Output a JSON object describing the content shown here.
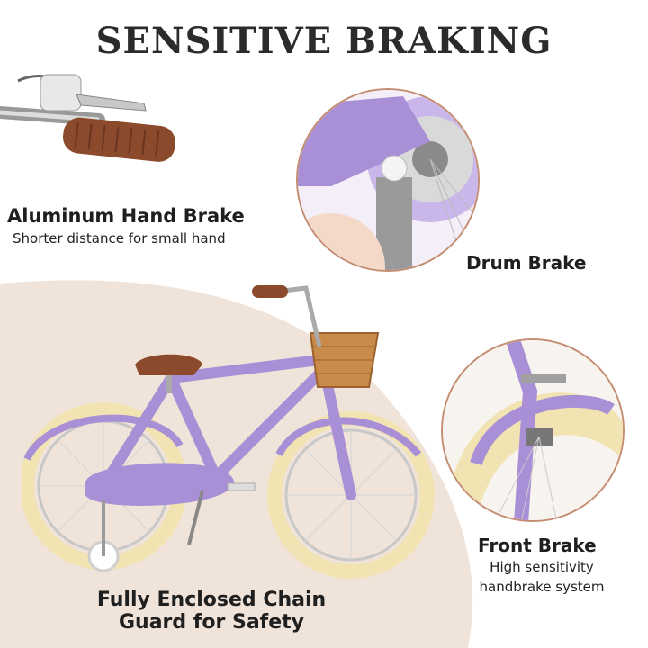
{
  "title": "SENSITIVE BRAKING",
  "features": {
    "hand_brake": {
      "title": "Aluminum Hand Brake",
      "subtitle": "Shorter distance for small hand"
    },
    "drum_brake": {
      "title": "Drum Brake"
    },
    "front_brake": {
      "title": "Front Brake",
      "subtitle_line1": "High sensitivity",
      "subtitle_line2": "handbrake system"
    },
    "chain_guard": {
      "line1": "Fully Enclosed Chain",
      "line2": "Guard for Safety"
    }
  },
  "colors": {
    "frame_purple": "#a88fd6",
    "tire_cream": "#f2e3b3",
    "background_beige": "#efe3da",
    "grip_brown": "#8b4a2b"
  }
}
